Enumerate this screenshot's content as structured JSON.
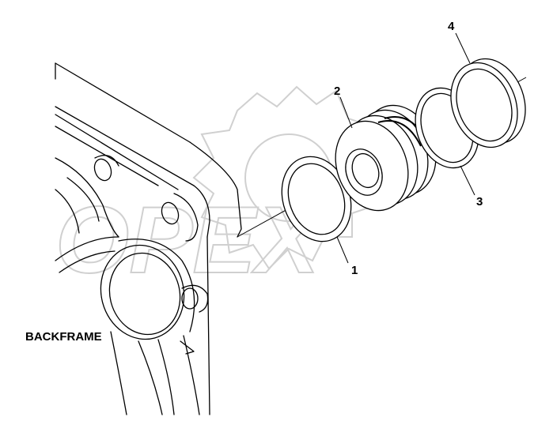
{
  "labels": {
    "frame": "BACKFRAME",
    "callouts": [
      "1",
      "2",
      "3",
      "4"
    ]
  },
  "watermark": {
    "text": "OPEX",
    "color": "#d0d0d0"
  },
  "colors": {
    "line": "#000000",
    "background": "#ffffff"
  }
}
